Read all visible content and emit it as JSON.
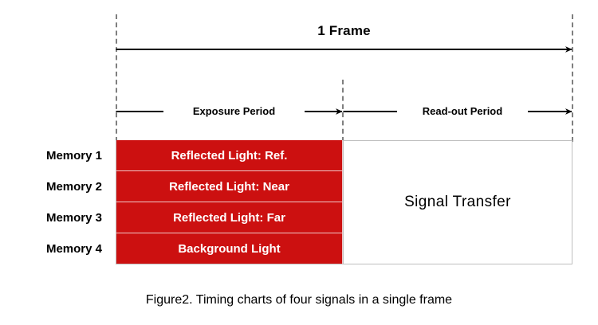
{
  "figure": {
    "caption": "Figure2. Timing charts of four signals in a single frame",
    "frame_span_label": "1 Frame",
    "exposure_span_label": "Exposure Period",
    "readout_span_label": "Read-out Period",
    "readout_block_label": "Signal Transfer",
    "colors": {
      "signal_red": "#cc1010",
      "guide_gray": "#7f7f7f",
      "border_gray": "#bfbfbf",
      "text_black": "#000000",
      "bar_text_white": "#ffffff"
    },
    "rows": [
      {
        "memory_label": "Memory 1",
        "signal_label": "Reflected Light: Ref."
      },
      {
        "memory_label": "Memory 2",
        "signal_label": "Reflected Light: Near"
      },
      {
        "memory_label": "Memory 3",
        "signal_label": "Reflected Light: Far"
      },
      {
        "memory_label": "Memory 4",
        "signal_label": "Background Light"
      }
    ]
  }
}
